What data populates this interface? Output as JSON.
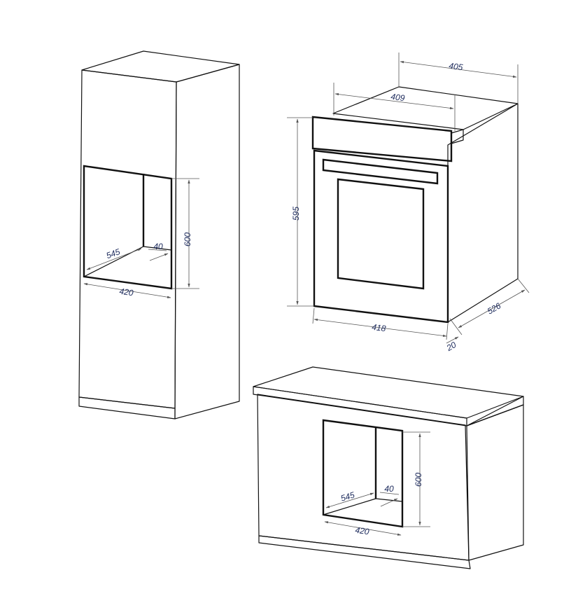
{
  "tall_cabinet": {
    "niche_height": "600",
    "niche_depth": "545",
    "gap": "40",
    "niche_width": "420"
  },
  "oven": {
    "top_depth": "405",
    "panel_width": "409",
    "height": "595",
    "width": "418",
    "depth": "526",
    "panel_thickness": "20"
  },
  "base_cabinet": {
    "niche_height": "600",
    "niche_depth": "545",
    "gap": "40",
    "niche_width": "420"
  },
  "colors": {
    "line": "#111111",
    "label": "#1c2a5c"
  }
}
